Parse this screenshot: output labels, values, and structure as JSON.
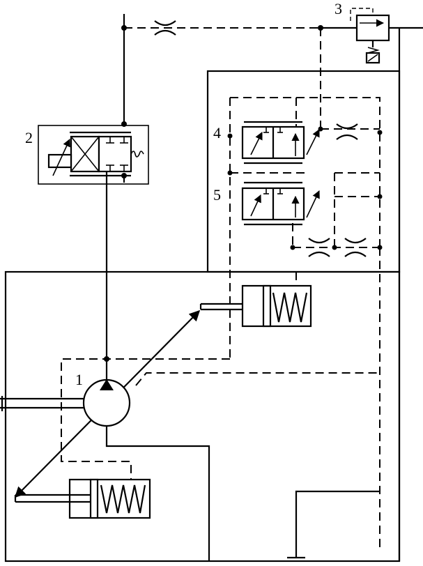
{
  "labels": {
    "pump": "1",
    "control_valve": "2",
    "pressure_valve": "3",
    "valve_4": "4",
    "valve_5": "5"
  },
  "colors": {
    "ink": "#000000",
    "paper": "#ffffff"
  }
}
